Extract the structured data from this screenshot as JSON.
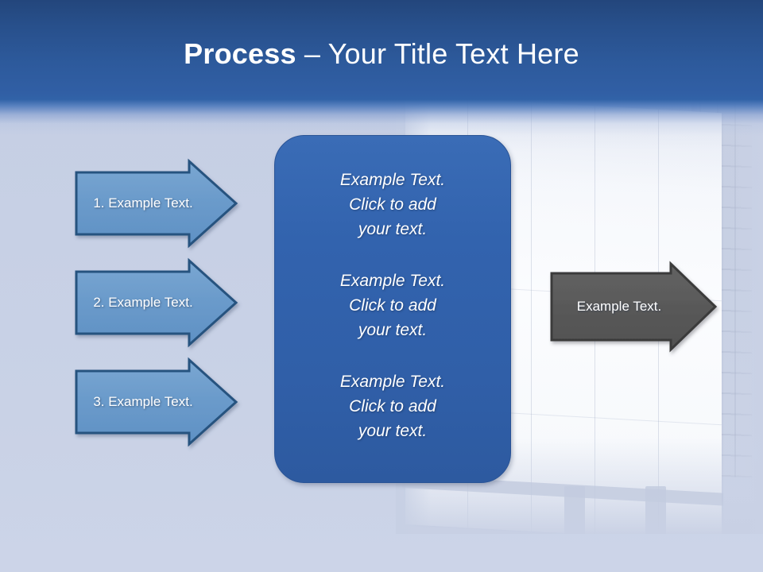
{
  "slide": {
    "title_strong": "Process",
    "title_rest": " – Your Title Text Here",
    "background_color": "#c8d0e4",
    "header_top_color": "#23467c",
    "header_mid_color": "#3163a8"
  },
  "steps": {
    "arrow_fill": "#6b9bcb",
    "arrow_border": "#25527f",
    "items": [
      {
        "label": "1. Example Text."
      },
      {
        "label": "2. Example Text."
      },
      {
        "label": "3. Example Text."
      }
    ]
  },
  "center_box": {
    "fill": "#3263b0",
    "border": "#2a5496",
    "paragraphs": [
      "Example Text.\nClick  to add\nyour text.",
      "Example Text.\nClick  to add\nyour text.",
      "Example Text.\nClick  to add\nyour text."
    ]
  },
  "result": {
    "arrow_fill": "#595959",
    "arrow_border": "#3a3a3a",
    "label": "Example Text."
  },
  "decor": {
    "photo_subject": "billboard-photo",
    "icons": [
      "right-arrow-icon",
      "rounded-rectangle-icon"
    ]
  }
}
